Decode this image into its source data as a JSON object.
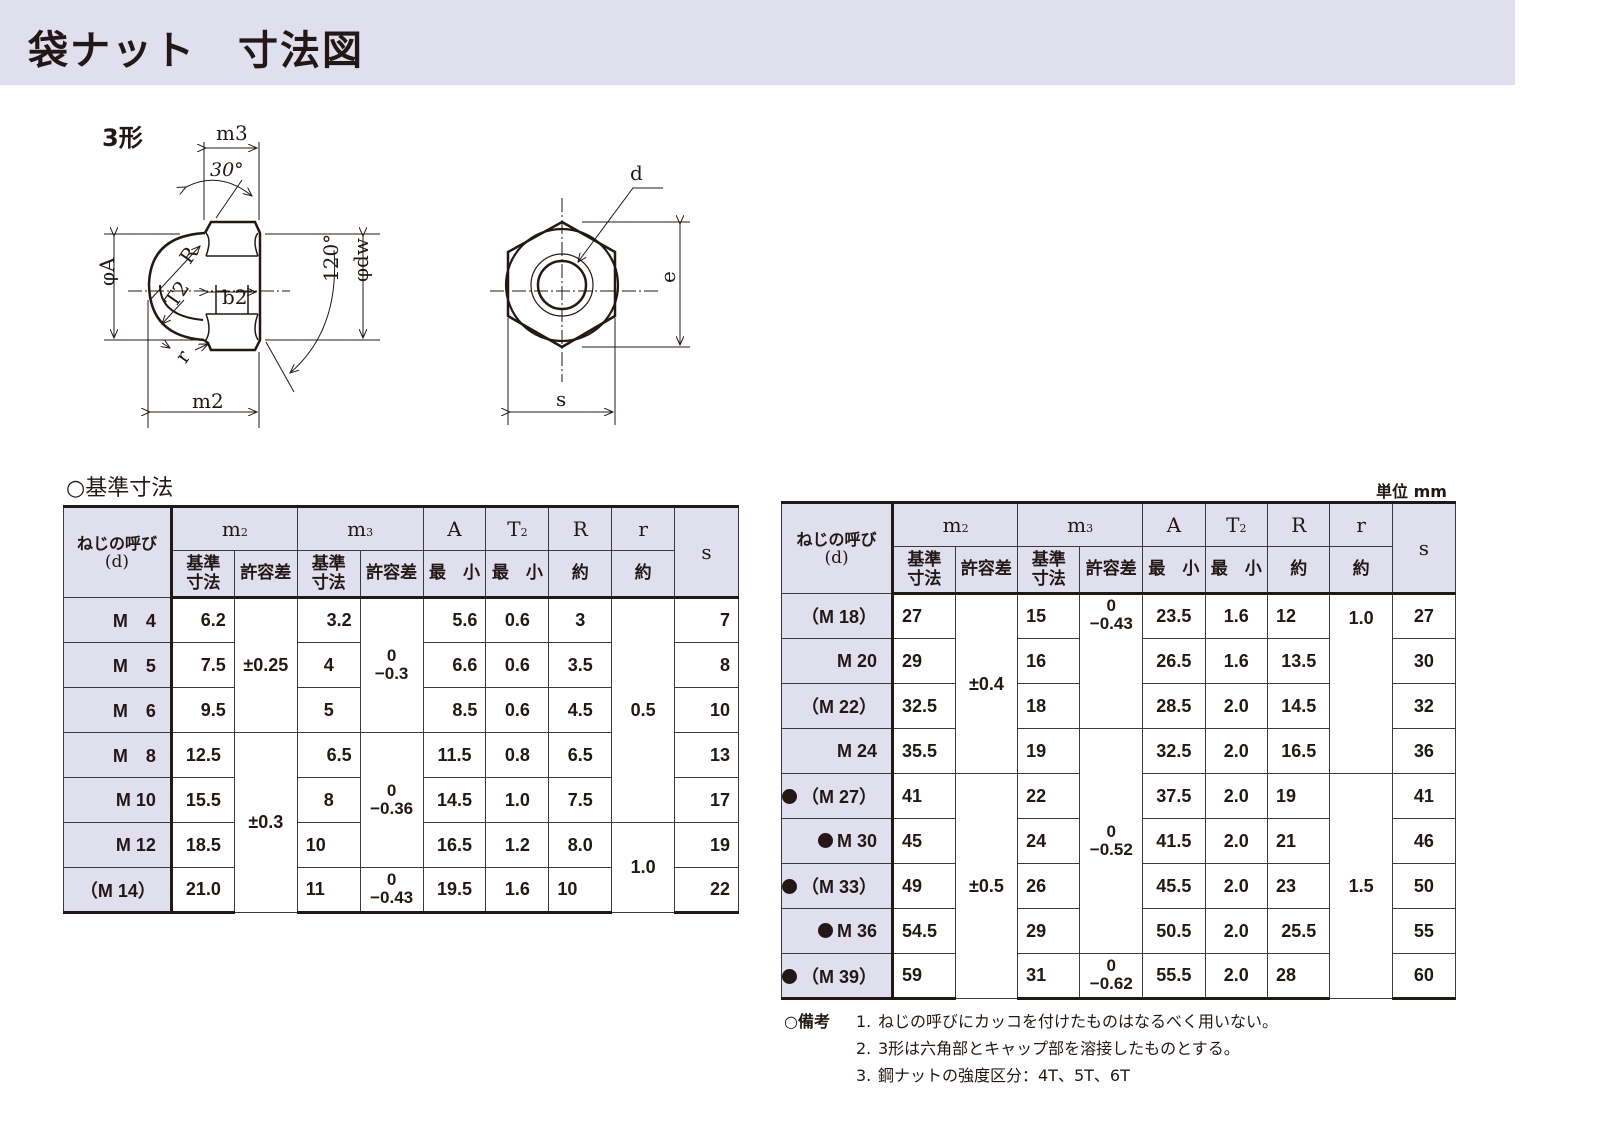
{
  "title": "袋ナット　寸法図",
  "figure": {
    "label": "3形",
    "side_view_dims": {
      "m3": "m3",
      "angle_top": "30°",
      "R": "R",
      "T2": "T2",
      "b2": "b2",
      "phiA": "φA",
      "phidw": "φdw",
      "angle_side": "120°",
      "r": "r",
      "m2": "m2"
    },
    "front_view_dims": {
      "d": "d",
      "e": "e",
      "s": "s"
    }
  },
  "section_label": "○基準寸法",
  "unit_label": "単位 mm",
  "table_headers": {
    "name": "ねじの呼び",
    "name_sub": "(d)",
    "m2": "m",
    "m2_sub": "2",
    "m3": "m",
    "m3_sub": "3",
    "A": "A",
    "T2": "T",
    "T2_sub": "2",
    "R": "R",
    "r": "r",
    "s": "s",
    "basic_1": "基準",
    "basic_2": "寸法",
    "tolerance": "許容差",
    "min": "最　小",
    "approx": "約"
  },
  "table_left": {
    "rows": [
      {
        "name": "M　4",
        "m2": "6.2",
        "m3": "3.2",
        "A": "5.6",
        "T2": "0.6",
        "R": "3",
        "s": "7"
      },
      {
        "name": "M　5",
        "m2": "7.5",
        "m3": "4",
        "A": "6.6",
        "T2": "0.6",
        "R": "3.5",
        "s": "8"
      },
      {
        "name": "M　6",
        "m2": "9.5",
        "m3": "5",
        "A": "8.5",
        "T2": "0.6",
        "R": "4.5",
        "s": "10"
      },
      {
        "name": "M　8",
        "m2": "12.5",
        "m3": "6.5",
        "A": "11.5",
        "T2": "0.8",
        "R": "6.5",
        "s": "13"
      },
      {
        "name": "M 10",
        "m2": "15.5",
        "m3": "8",
        "A": "14.5",
        "T2": "1.0",
        "R": "7.5",
        "s": "17"
      },
      {
        "name": "M 12",
        "m2": "18.5",
        "m3": "10",
        "A": "16.5",
        "T2": "1.2",
        "R": "8.0",
        "s": "19"
      },
      {
        "name": "（M 14）",
        "m2": "21.0",
        "m3": "11",
        "A": "19.5",
        "T2": "1.6",
        "R": "10",
        "s": "22"
      }
    ],
    "m2_tol": [
      "±0.25",
      "±0.3"
    ],
    "m3_tol": [
      {
        "upper": "0",
        "lower": "−0.3"
      },
      {
        "upper": "0",
        "lower": "−0.36"
      },
      {
        "upper": "0",
        "lower": "−0.43"
      }
    ],
    "r": [
      "0.5",
      "1.0"
    ]
  },
  "table_right": {
    "rows": [
      {
        "mark": false,
        "name": "（M 18）",
        "m2": "27",
        "m3": "15",
        "A": "23.5",
        "T2": "1.6",
        "R": "12",
        "s": "27"
      },
      {
        "mark": false,
        "name": "M 20",
        "m2": "29",
        "m3": "16",
        "A": "26.5",
        "T2": "1.6",
        "R": "13.5",
        "s": "30"
      },
      {
        "mark": false,
        "name": "（M 22）",
        "m2": "32.5",
        "m3": "18",
        "A": "28.5",
        "T2": "2.0",
        "R": "14.5",
        "s": "32"
      },
      {
        "mark": false,
        "name": "M 24",
        "m2": "35.5",
        "m3": "19",
        "A": "32.5",
        "T2": "2.0",
        "R": "16.5",
        "s": "36"
      },
      {
        "mark": true,
        "name": "（M 27）",
        "m2": "41",
        "m3": "22",
        "A": "37.5",
        "T2": "2.0",
        "R": "19",
        "s": "41"
      },
      {
        "mark": true,
        "name": "M 30",
        "m2": "45",
        "m3": "24",
        "A": "41.5",
        "T2": "2.0",
        "R": "21",
        "s": "46"
      },
      {
        "mark": true,
        "name": "（M 33）",
        "m2": "49",
        "m3": "26",
        "A": "45.5",
        "T2": "2.0",
        "R": "23",
        "s": "50"
      },
      {
        "mark": true,
        "name": "M 36",
        "m2": "54.5",
        "m3": "29",
        "A": "50.5",
        "T2": "2.0",
        "R": "25.5",
        "s": "55"
      },
      {
        "mark": true,
        "name": "（M 39）",
        "m2": "59",
        "m3": "31",
        "A": "55.5",
        "T2": "2.0",
        "R": "28",
        "s": "60"
      }
    ],
    "m2_tol": [
      "±0.4",
      "±0.5"
    ],
    "m3_tol": [
      {
        "upper": "0",
        "lower": "−0.43"
      },
      {
        "upper": "0",
        "lower": "−0.52"
      },
      {
        "upper": "0",
        "lower": "−0.62"
      }
    ],
    "r": [
      "1.0",
      "1.5"
    ]
  },
  "notes": {
    "label": "○備考",
    "items": [
      {
        "num": "1.",
        "text": "ねじの呼びにカッコを付けたものはなるべく用いない。"
      },
      {
        "num": "2.",
        "text": "3形は六角部とキャップ部を溶接したものとする。"
      },
      {
        "num": "3.",
        "text": "鋼ナットの強度区分：4T、5T、6T"
      }
    ]
  }
}
